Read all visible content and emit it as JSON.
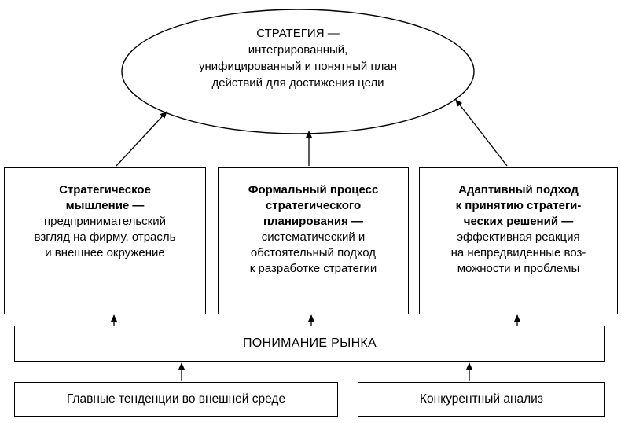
{
  "diagram": {
    "title_node": "СТРАТЕГИЯ —\nинтегрированный,\nунифицированный и понятный план\nдействий для достижения цели",
    "approach_boxes": [
      {
        "title": "Стратегическое\nмышление —",
        "body": "предпринимательский\nвзгляд на фирму, отрасль\nи внешнее окружение"
      },
      {
        "title": "Формальный процесс\nстратегического\nпланирования —",
        "body": "систематический и\nобстоятельный подход\nк разработке стратегии"
      },
      {
        "title": "Адаптивный подход\nк принятию стратеги-\nческих решений —",
        "body": "эффективная реакция\nна непредвиденные воз-\nможности и проблемы"
      }
    ],
    "market_label": "ПОНИМАНИЕ РЫНКА",
    "sources": [
      {
        "label": "Главные тенденции во внешней среде"
      },
      {
        "label": "Конкурентный анализ"
      }
    ],
    "colors": {
      "stroke": "#000000",
      "background": "#ffffff",
      "text": "#000000"
    }
  }
}
